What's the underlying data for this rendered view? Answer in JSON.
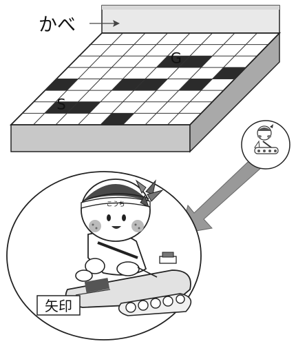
{
  "labels": {
    "wall": "かべ",
    "start": "S",
    "goal": "G",
    "arrow_mark": "矢印",
    "robot_badge": "こうち"
  },
  "board": {
    "cols": 8,
    "rows": 8,
    "dark_cells": [
      [
        4,
        2
      ],
      [
        5,
        2
      ],
      [
        7,
        3
      ],
      [
        0,
        4
      ],
      [
        3,
        4
      ],
      [
        4,
        4
      ],
      [
        6,
        4
      ],
      [
        1,
        6
      ],
      [
        2,
        6
      ],
      [
        4,
        7
      ]
    ],
    "start_cell": [
      0,
      7
    ],
    "goal_cell": [
      4,
      2
    ]
  }
}
